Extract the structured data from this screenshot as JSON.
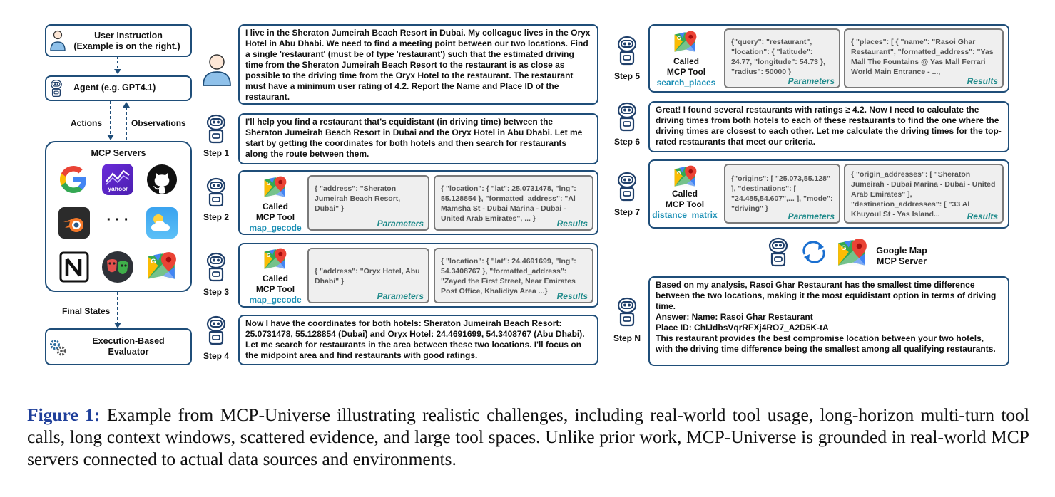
{
  "left_panel": {
    "user_instruction_line1": "User Instruction",
    "user_instruction_line2": "(Example is on the right.)",
    "agent": "Agent (e.g. GPT4.1)",
    "actions": "Actions",
    "observations": "Observations",
    "mcp_servers": "MCP Servers",
    "dots": "· · ·",
    "final_states": "Final States",
    "evaluator_line1": "Execution-Based",
    "evaluator_line2": "Evaluator"
  },
  "user_message": "I live in the Sheraton Jumeirah Beach Resort in Dubai. My colleague lives in the Oryx Hotel in Abu Dhabi. We need to find a meeting point between our two locations. Find a single 'restaurant' (must be of type 'restaurant') such that the estimated driving time from the Sheraton Jumeirah Beach Resort to the restaurant is as close as possible to the driving time from the Oryx Hotel to the restaurant. The restaurant must have a minimum user rating of 4.2. Report the Name and Place ID of the restaurant.",
  "steps": {
    "step1": {
      "label": "Step 1",
      "text": "I'll help you find a restaurant that's equidistant (in driving time) between the Sheraton Jumeirah Beach Resort in Dubai and the Oryx Hotel in Abu Dhabi. Let me start by getting the coordinates for both hotels and then search for restaurants along the route between them."
    },
    "step2": {
      "label": "Step 2",
      "called": "Called",
      "mcp_tool": "MCP Tool",
      "tool": "map_gecode",
      "params": "{ \"address\": \"Sheraton Jumeirah Beach Resort, Dubai\" }",
      "params_tag": "Parameters",
      "results": "{ \"location\": { \"lat\": 25.0731478, \"lng\": 55.128854 }, \"formatted_address\": \"Al Mamsha St - Dubai Marina - Dubai - United Arab Emirates\", ... }",
      "results_tag": "Results"
    },
    "step3": {
      "label": "Step 3",
      "called": "Called",
      "mcp_tool": "MCP Tool",
      "tool": "map_gecode",
      "params": "{ \"address\": \"Oryx Hotel, Abu Dhabi\" }",
      "params_tag": "Parameters",
      "results": "{ \"location\": { \"lat\": 24.4691699, \"lng\": 54.3408767 }, \"formatted_address\": \"Zayed the First Street, Near Emirates Post Office, Khalidiya Area ...}",
      "results_tag": "Results"
    },
    "step4": {
      "label": "Step 4",
      "text": "Now I have the coordinates for both hotels: Sheraton Jumeirah Beach Resort: 25.0731478, 55.128854 (Dubai) and Oryx Hotel: 24.4691699, 54.3408767 (Abu Dhabi). Let me search for restaurants in the area between these two locations. I'll focus on the midpoint area and find restaurants with good ratings."
    },
    "step5": {
      "label": "Step 5",
      "called": "Called",
      "mcp_tool": "MCP Tool",
      "tool": "search_places",
      "params": "{\"query\": \"restaurant\", \"location\": { \"latitude\": 24.77, \"longitude\": 54.73 }, \"radius\": 50000 }",
      "params_tag": "Parameters",
      "results": "{ \"places\": [ { \"name\": \"Rasoi Ghar Restaurant\", \"formatted_address\": \"Yas Mall The Fountains @ Yas Mall Ferrari World Main Entrance - ...,",
      "results_tag": "Results"
    },
    "step6": {
      "label": "Step 6",
      "text": "Great! I found several restaurants with ratings ≥ 4.2. Now I need to calculate the driving times from both hotels to each of these restaurants to find the one where the driving times are closest to each other. Let me calculate the driving times for the top-rated restaurants that meet our criteria."
    },
    "step7": {
      "label": "Step 7",
      "called": "Called",
      "mcp_tool": "MCP Tool",
      "tool": "distance_matrix",
      "params": "{\"origins\": [ \"25.073,55.128\" ], \"destinations\": [ \"24.485,54.607\",... ], \"mode\": \"driving\" }",
      "params_tag": "Parameters",
      "results": "{ \"origin_addresses\": [ \"Sheraton Jumeirah - Dubai Marina - Dubai - United Arab Emirates\" ], \"destination_addresses\": [ \"33 Al Khuyoul St - Yas Island...",
      "results_tag": "Results"
    },
    "server": {
      "line1": "Google Map",
      "line2": "MCP Server"
    },
    "stepN": {
      "label": "Step N",
      "line1": "Based on my analysis, Rasoi Ghar Restaurant has the smallest time difference between the two locations, making it the most equidistant option in terms of driving time.",
      "line2": "Answer: Name: Rasoi Ghar Restaurant",
      "line3": "Place ID: ChIJdbsVqrRFXj4RO7_A2D5K-tA",
      "line4": "This restaurant provides the best compromise location between your two hotels, with the driving time difference being the smallest among all qualifying restaurants."
    }
  },
  "caption": {
    "figure": "Figure 1:",
    "text": " Example from MCP-Universe illustrating realistic challenges, including real-world tool usage, long-horizon multi-turn tool calls, long context windows, scattered evidence, and large tool spaces.  Unlike prior work, MCP-Universe is grounded in real-world MCP servers connected to actual data sources and environments."
  }
}
